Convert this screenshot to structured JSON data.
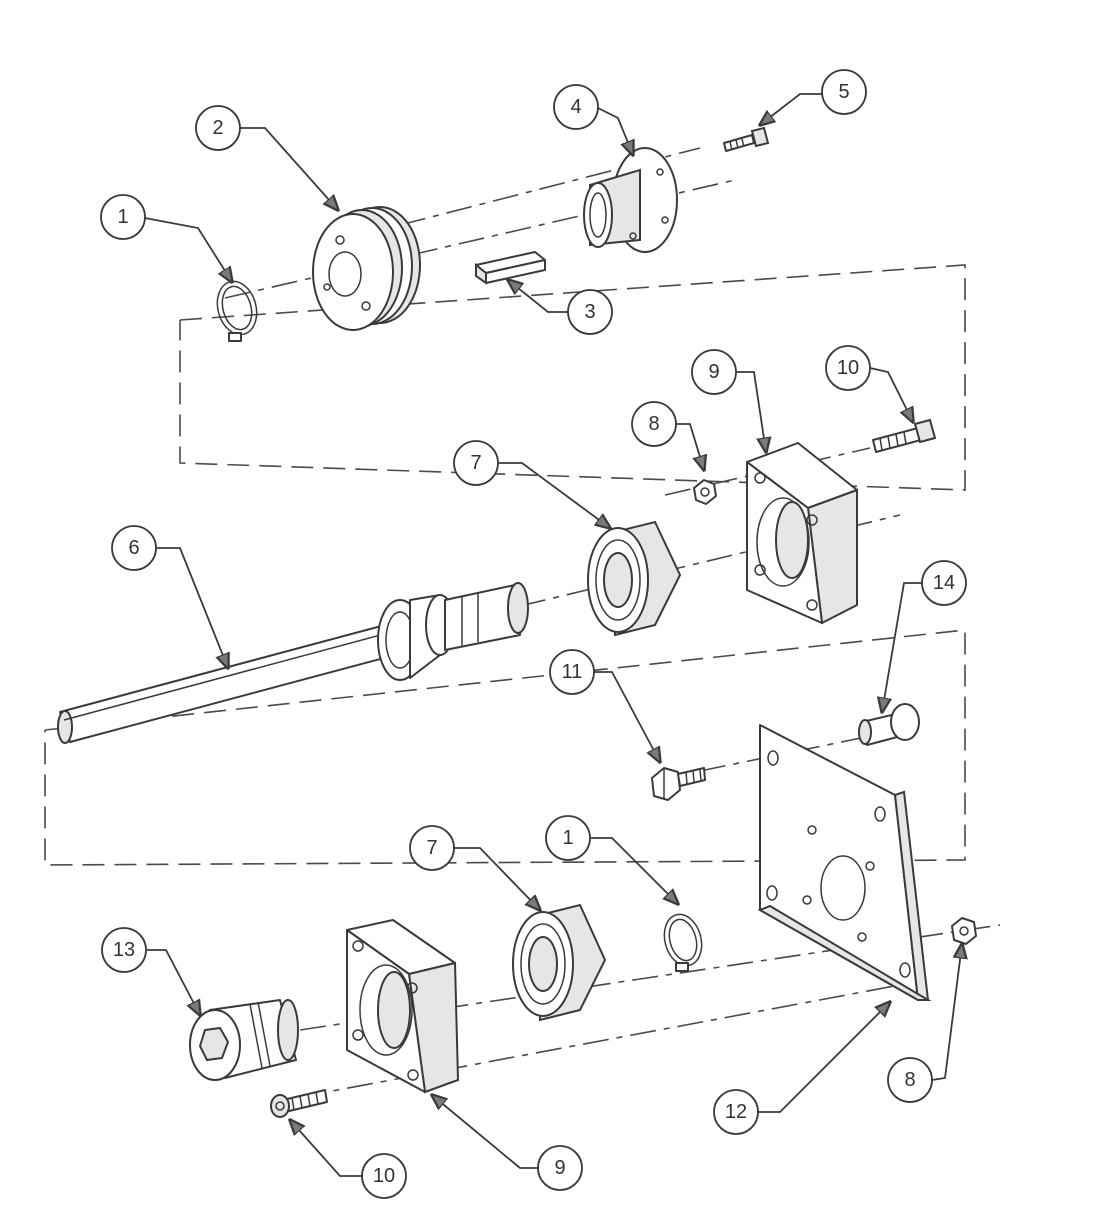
{
  "callouts": [
    {
      "id": "c1a",
      "label": "1",
      "part": "retaining-ring"
    },
    {
      "id": "c2",
      "label": "2",
      "part": "pulley"
    },
    {
      "id": "c3",
      "label": "3",
      "part": "key"
    },
    {
      "id": "c4",
      "label": "4",
      "part": "flanged-hub"
    },
    {
      "id": "c5",
      "label": "5",
      "part": "hub-screw"
    },
    {
      "id": "c6",
      "label": "6",
      "part": "shaft"
    },
    {
      "id": "c7a",
      "label": "7",
      "part": "bearing-upper"
    },
    {
      "id": "c8a",
      "label": "8",
      "part": "nut-upper"
    },
    {
      "id": "c9a",
      "label": "9",
      "part": "bearing-block-upper"
    },
    {
      "id": "c10a",
      "label": "10",
      "part": "cap-screw-upper"
    },
    {
      "id": "c11",
      "label": "11",
      "part": "hex-bolt"
    },
    {
      "id": "c14",
      "label": "14",
      "part": "spacer-bushing"
    },
    {
      "id": "c7b",
      "label": "7",
      "part": "bearing-lower"
    },
    {
      "id": "c1b",
      "label": "1",
      "part": "retaining-ring-lower"
    },
    {
      "id": "c13",
      "label": "13",
      "part": "coupling"
    },
    {
      "id": "c9b",
      "label": "9",
      "part": "bearing-block-lower"
    },
    {
      "id": "c10b",
      "label": "10",
      "part": "cap-screw-lower"
    },
    {
      "id": "c12",
      "label": "12",
      "part": "mounting-plate"
    },
    {
      "id": "c8b",
      "label": "8",
      "part": "nut-lower"
    }
  ],
  "colors": {
    "ink": "#3a3a3a",
    "shade": "#e6e6e6",
    "paper": "#ffffff"
  }
}
